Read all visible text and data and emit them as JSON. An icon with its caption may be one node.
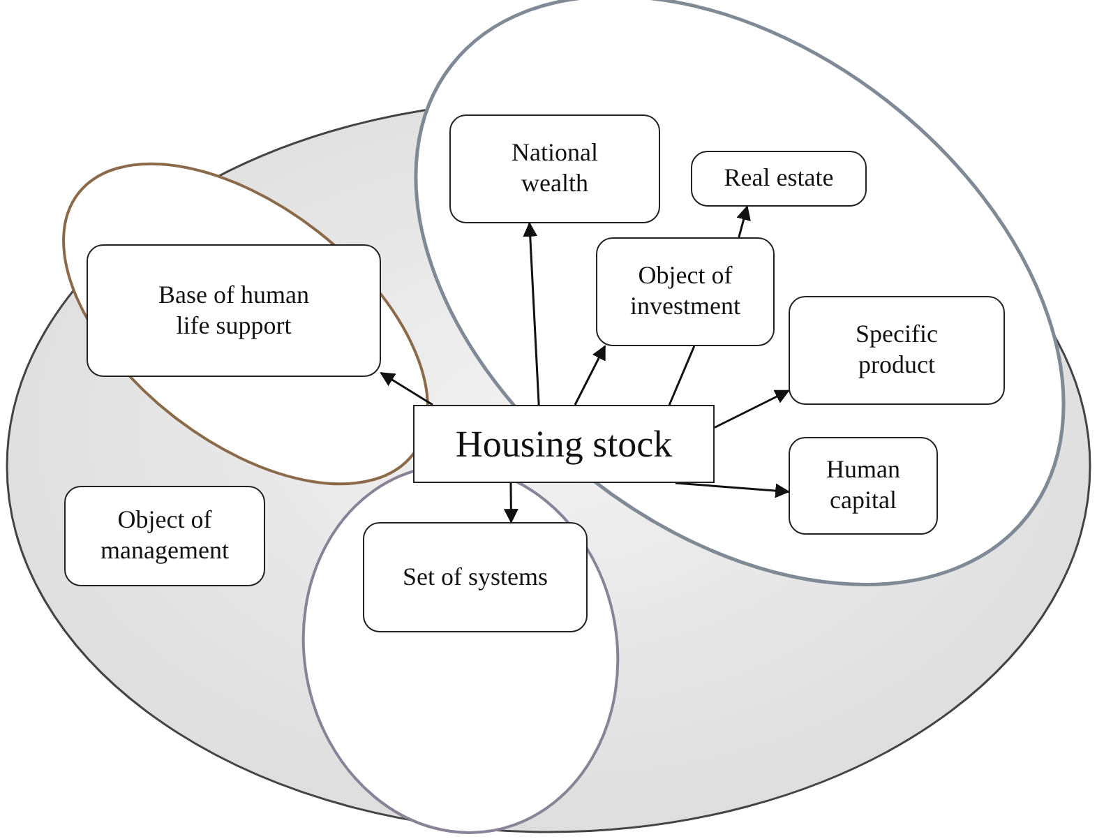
{
  "diagram": {
    "nodes": [
      {
        "text": [
          "Housing stock"
        ]
      },
      {
        "text": [
          "National wealth"
        ]
      },
      {
        "text": [
          "Real estate"
        ]
      },
      {
        "text": [
          "Object of investment"
        ]
      },
      {
        "text": [
          "Base of human life support"
        ]
      },
      {
        "text": [
          "Specific product"
        ]
      },
      {
        "text": [
          "Human capital"
        ]
      },
      {
        "text": [
          "Object of management"
        ]
      },
      {
        "text": [
          "Set of systems"
        ]
      }
    ],
    "edges": [
      {
        "from": 0,
        "to": 1,
        "arrow": "to"
      },
      {
        "from": 0,
        "to": 3,
        "arrow": "to"
      },
      {
        "from": 0,
        "to": 3,
        "arrow": "none"
      },
      {
        "from": 3,
        "to": 2,
        "arrow": "to"
      },
      {
        "from": 0,
        "to": 4,
        "arrow": "to"
      },
      {
        "from": 0,
        "to": 5,
        "arrow": "to"
      },
      {
        "from": 0,
        "to": 6,
        "arrow": "to"
      },
      {
        "from": 0,
        "to": 8,
        "arrow": "to"
      }
    ]
  }
}
